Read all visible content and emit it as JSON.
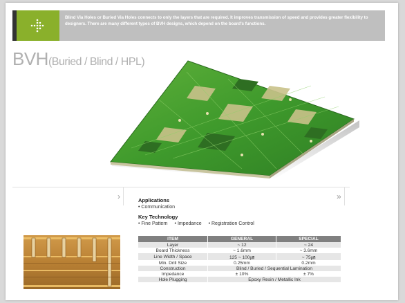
{
  "banner": {
    "text": "Blind Via Holes or Buried Via Holes connects to only the layers that are required. It improves transmission of speed and provides greater flexibility to designers. There are many different types of BVH designs, which depend on the board's functions.",
    "accent": "#8ab02b"
  },
  "title": {
    "main": "BVH",
    "sub": "(Buried / Blind / HPL)"
  },
  "nav": {
    "next_icon": "chevron-right",
    "forward_icon": "double-chevron-right"
  },
  "applications": {
    "heading": "Applications",
    "items": [
      "Communication"
    ]
  },
  "key_technology": {
    "heading": "Key Technology",
    "items": [
      "Fine Pattern",
      "Impedance",
      "Registration Control"
    ]
  },
  "spec_table": {
    "headers": [
      "ITEM",
      "GENERAL",
      "SPECIAL"
    ],
    "rows": [
      [
        "Layer",
        "~ 12",
        "~ 24"
      ],
      [
        "Board Thickness",
        "~ 1.6mm",
        "~ 3.6mm"
      ],
      [
        "Line Width / Space",
        "125 ~ 100㎛",
        "~ 75㎛"
      ],
      [
        "Min. Drill Size",
        "0.25mm",
        "0.2mm"
      ],
      [
        "Construction",
        "Blind / Buried / Sequential Lamination",
        null
      ],
      [
        "Impedance",
        "± 10%",
        "± 7%"
      ],
      [
        "Hole Plugging",
        "Epoxy Resin / Metallic Ink",
        null
      ]
    ]
  }
}
